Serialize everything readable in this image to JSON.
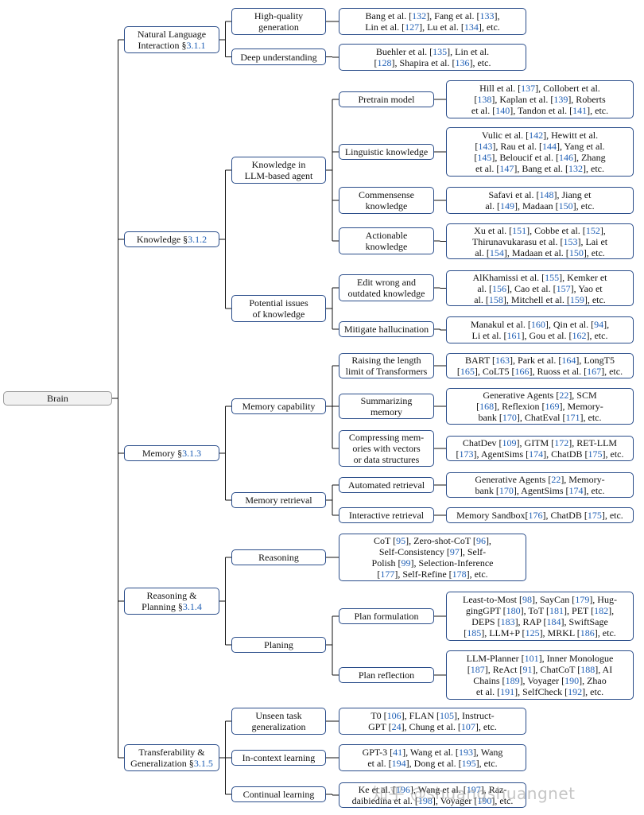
{
  "watermark": "知乎 @shuangshuangnet",
  "nodes": {
    "brain": {
      "lines": [
        "Brain"
      ]
    },
    "nli": {
      "lines": [
        "Natural Language",
        "Interaction §@3.1.1"
      ]
    },
    "hq": {
      "lines": [
        "High-quality",
        "generation"
      ]
    },
    "hq_r": {
      "lines": [
        "Bang et al. [@132], Fang et al. [@133],",
        "Lin et al. [@127], Lu et al. [@134], etc."
      ]
    },
    "du": {
      "lines": [
        "Deep understanding"
      ]
    },
    "du_r": {
      "lines": [
        "Buehler et al. [@135], Lin et al.",
        "[@128], Shapira et al. [@136], etc."
      ]
    },
    "know": {
      "lines": [
        "Knowledge §@3.1.2"
      ]
    },
    "kla": {
      "lines": [
        "Knowledge in",
        "LLM-based agent"
      ]
    },
    "pm": {
      "lines": [
        "Pretrain model"
      ]
    },
    "pm_r": {
      "lines": [
        "Hill et al. [@137], Collobert et al.",
        "[@138], Kaplan et al. [@139], Roberts",
        "et al. [@140], Tandon et al. [@141], etc."
      ]
    },
    "lk": {
      "lines": [
        "Linguistic knowledge"
      ]
    },
    "lk_r": {
      "lines": [
        "Vulic et al. [@142], Hewitt et al.",
        "[@143], Rau et al. [@144], Yang et al.",
        "[@145], Beloucif et al. [@146], Zhang",
        "et al. [@147], Bang et al. [@132], etc."
      ]
    },
    "ck": {
      "lines": [
        "Commensense",
        "knowledge"
      ]
    },
    "ck_r": {
      "lines": [
        "Safavi et al. [@148], Jiang et",
        "al. [@149], Madaan [@150], etc."
      ]
    },
    "ak": {
      "lines": [
        "Actionable",
        "knowledge"
      ]
    },
    "ak_r": {
      "lines": [
        "Xu et al. [@151], Cobbe et al. [@152],",
        "Thirunavukarasu et al. [@153], Lai et",
        "al. [@154], Madaan et al. [@150], etc."
      ]
    },
    "pik": {
      "lines": [
        "Potential issues",
        "of knowledge"
      ]
    },
    "ew": {
      "lines": [
        "Edit wrong and",
        "outdated knowledge"
      ]
    },
    "ew_r": {
      "lines": [
        "AlKhamissi et al. [@155], Kemker et",
        "al. [@156], Cao et al. [@157], Yao et",
        "al. [@158], Mitchell et al. [@159], etc."
      ]
    },
    "mh": {
      "lines": [
        "Mitigate hallucination"
      ]
    },
    "mh_r": {
      "lines": [
        "Manakul et al. [@160], Qin et al. [@94],",
        "Li et al. [@161], Gou et al. [@162], etc."
      ]
    },
    "mem": {
      "lines": [
        "Memory §@3.1.3"
      ]
    },
    "mc": {
      "lines": [
        "Memory capability"
      ]
    },
    "rl": {
      "lines": [
        "Raising the length",
        "limit of Transformers"
      ]
    },
    "rl_r": {
      "lines": [
        "BART [@163], Park et al. [@164], LongT5",
        "[@165], CoLT5 [@166], Ruoss et al. [@167], etc."
      ]
    },
    "sm": {
      "lines": [
        "Summarizing",
        "memory"
      ]
    },
    "sm_r": {
      "lines": [
        "Generative Agents [@22], SCM",
        "[@168], Reflexion [@169], Memory-",
        "bank [@170], ChatEval [@171], etc."
      ]
    },
    "cm": {
      "lines": [
        "Compressing mem-",
        "ories with vectors",
        "or data structures"
      ]
    },
    "cm_r": {
      "lines": [
        "ChatDev [@109], GITM [@172], RET-LLM",
        "[@173], AgentSims [@174], ChatDB [@175], etc."
      ]
    },
    "mr": {
      "lines": [
        "Memory retrieval"
      ]
    },
    "ar": {
      "lines": [
        "Automated retrieval"
      ]
    },
    "ar_r": {
      "lines": [
        "Generative Agents [@22], Memory-",
        "bank [@170], AgentSims [@174], etc."
      ]
    },
    "ir": {
      "lines": [
        "Interactive retrieval"
      ]
    },
    "ir_r": {
      "lines": [
        "Memory Sandbox[@176], ChatDB [@175], etc."
      ]
    },
    "rp": {
      "lines": [
        "Reasoning &",
        "Planning §@3.1.4"
      ]
    },
    "reas": {
      "lines": [
        "Reasoning"
      ]
    },
    "reas_r": {
      "lines": [
        "CoT [@95], Zero-shot-CoT [@96],",
        "Self-Consistency [@97], Self-",
        "Polish [@99], Selection-Inference",
        "[@177], Self-Refine [@178], etc."
      ]
    },
    "plan": {
      "lines": [
        "Planing"
      ]
    },
    "pf": {
      "lines": [
        "Plan formulation"
      ]
    },
    "pf_r": {
      "lines": [
        "Least-to-Most [@98], SayCan [@179], Hug-",
        "gingGPT [@180], ToT [@181], PET [@182],",
        "DEPS [@183], RAP [@184], SwiftSage",
        "[@185], LLM+P [@125], MRKL [@186], etc."
      ]
    },
    "pr": {
      "lines": [
        "Plan reflection"
      ]
    },
    "pr_r": {
      "lines": [
        "LLM-Planner [@101], Inner Monologue",
        "[@187], ReAct [@91], ChatCoT [@188], AI",
        "Chains [@189], Voyager [@190], Zhao",
        "et al. [@191], SelfCheck [@192], etc."
      ]
    },
    "tg": {
      "lines": [
        "Transferability &",
        "Generalization §@3.1.5"
      ]
    },
    "ut": {
      "lines": [
        "Unseen task",
        "generalization"
      ]
    },
    "ut_r": {
      "lines": [
        "T0 [@106], FLAN [@105], Instruct-",
        "GPT [@24], Chung et al. [@107], etc."
      ]
    },
    "icl": {
      "lines": [
        "In-context learning"
      ]
    },
    "icl_r": {
      "lines": [
        "GPT-3 [@41], Wang et al. [@193], Wang",
        "et al. [@194], Dong et al. [@195], etc."
      ]
    },
    "cl": {
      "lines": [
        "Continual learning"
      ]
    },
    "cl_r": {
      "lines": [
        "Ke et al. [@196], Wang et al. [@197], Raz-",
        "daibiedina et al. [@198], Voyager [@190], etc."
      ]
    }
  }
}
